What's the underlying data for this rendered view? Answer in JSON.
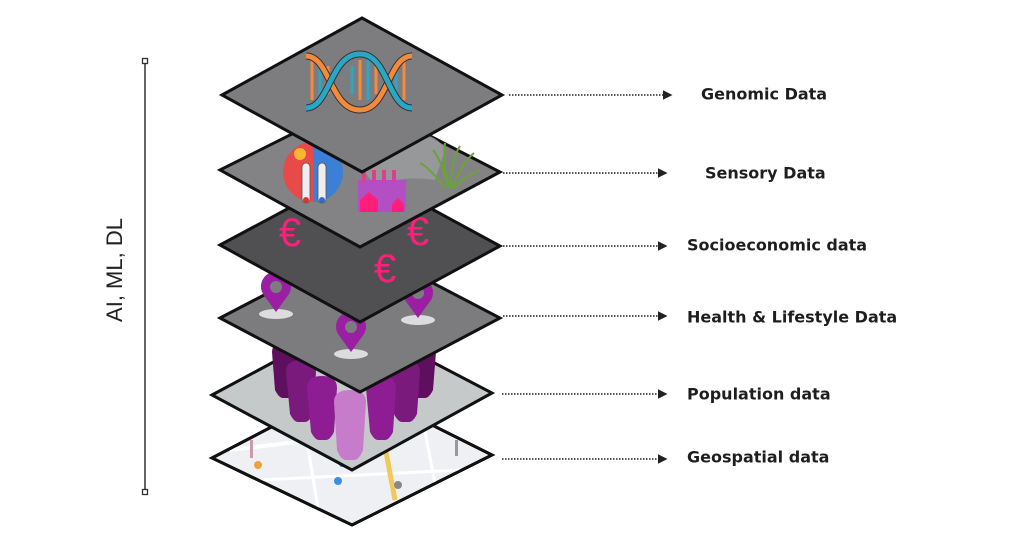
{
  "diagram": {
    "axis_label": "AI, ML, DL",
    "layers": [
      {
        "id": "genomic",
        "label": "Genomic Data",
        "icon": "dna-icon"
      },
      {
        "id": "sensory",
        "label": "Sensory Data",
        "icon": [
          "thermometer-weather-icon",
          "factory-icon",
          "grass-icon"
        ]
      },
      {
        "id": "socioeconomic",
        "label": "Socioeconomic data",
        "icon": "euro-icon",
        "symbol": "€"
      },
      {
        "id": "health",
        "label": "Health & Lifestyle Data",
        "icon": "location-pin-icon"
      },
      {
        "id": "population",
        "label": "Population data",
        "icon": "people-icon"
      },
      {
        "id": "geospatial",
        "label": "Geospatial data",
        "icon": "map-icon"
      }
    ],
    "colors": {
      "genomic_plate": "#7d7d80",
      "sensory_plate": "#838386",
      "socioeconomic_plate": "#505052",
      "health_plate": "#7c7c7f",
      "population_plate": "#c6c9ca",
      "geospatial_plate": "#eef0f3",
      "euro": "#ff1f7a",
      "pin": "#9b1fa3",
      "dna_orange": "#f58a3a",
      "dna_teal": "#2aa6c7"
    }
  }
}
